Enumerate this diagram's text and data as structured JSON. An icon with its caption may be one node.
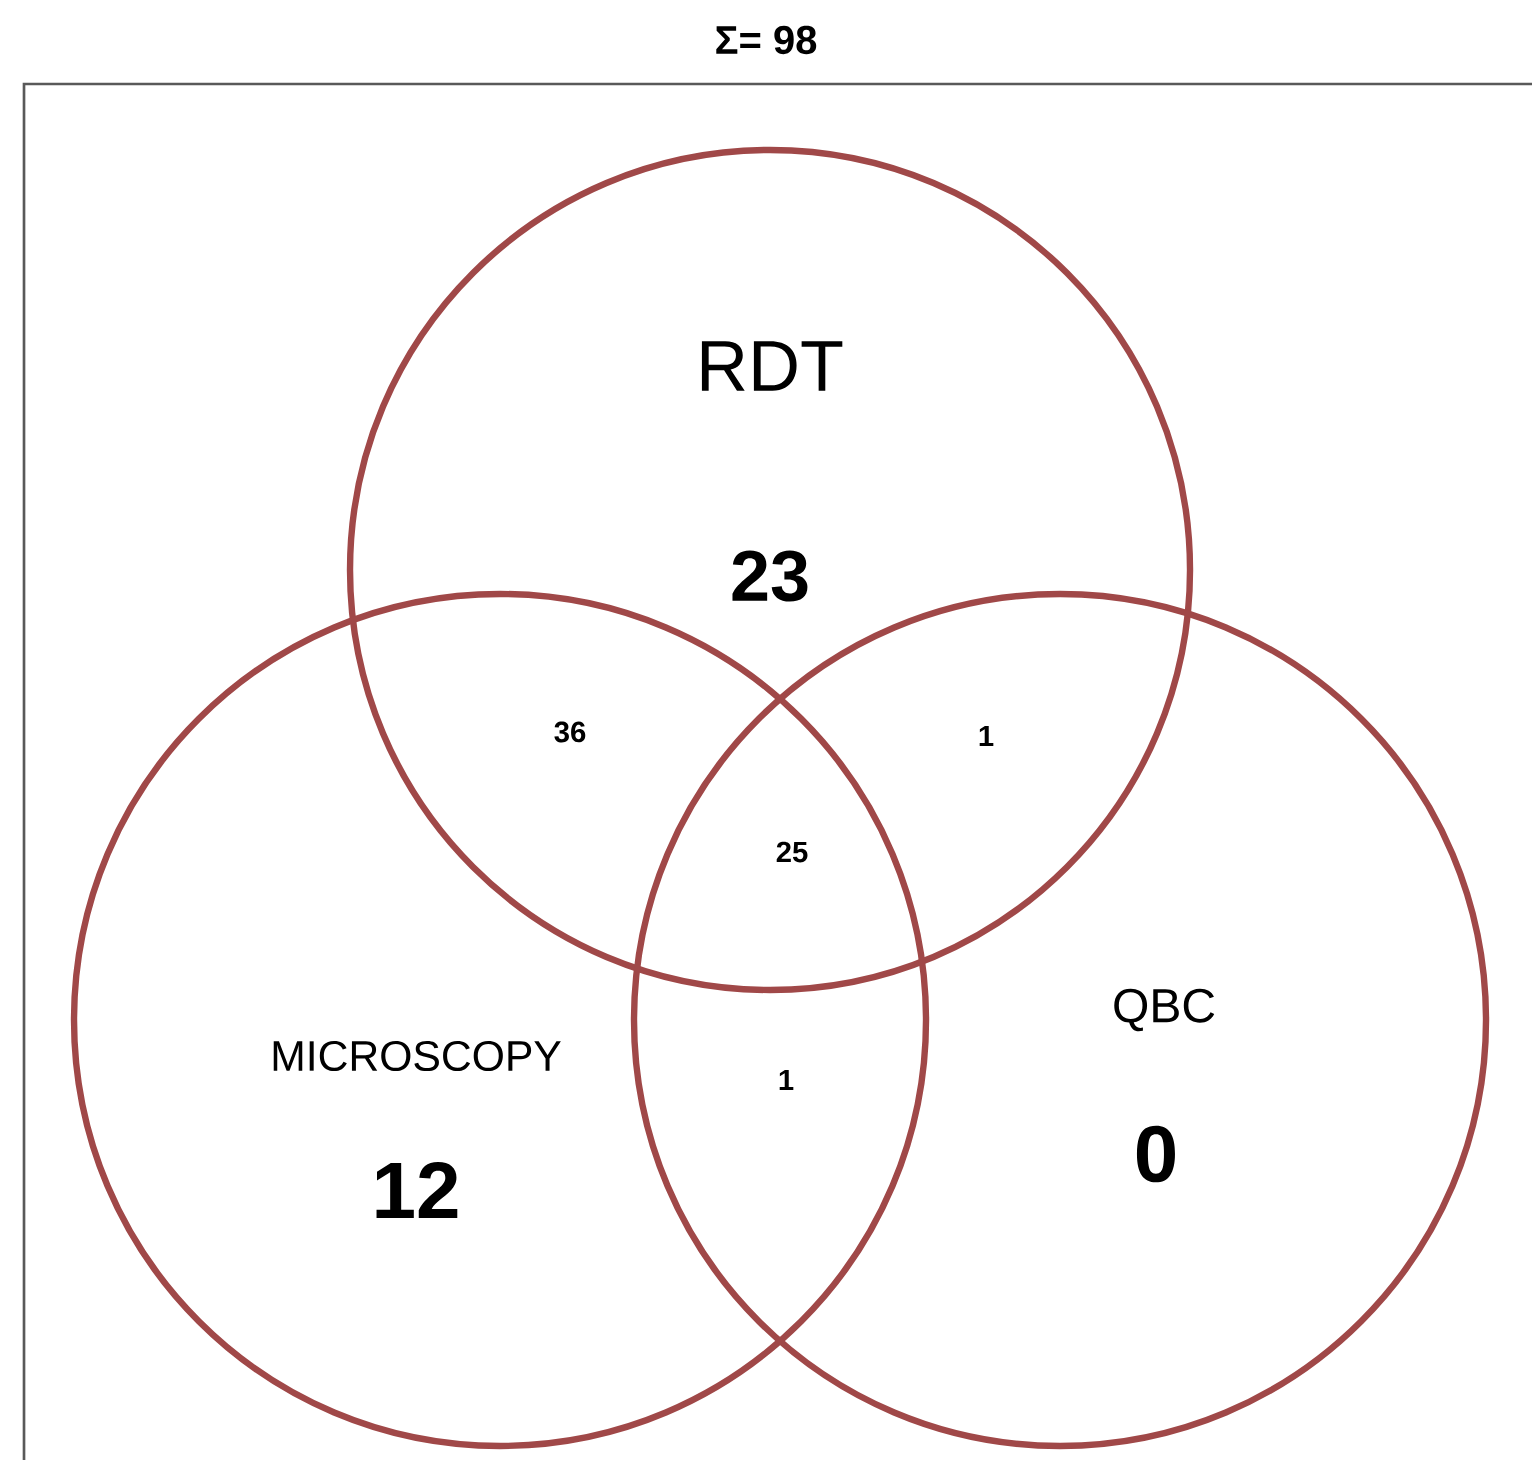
{
  "diagram": {
    "title": "Σ= 98",
    "nodes": [
      {
        "text": [
          "RDT",
          "23"
        ]
      },
      {
        "text": [
          "MICROSCOPY",
          "12"
        ]
      },
      {
        "text": [
          "QBC",
          "0"
        ]
      }
    ],
    "labels": [
      "36",
      "1",
      "25",
      "1"
    ]
  }
}
